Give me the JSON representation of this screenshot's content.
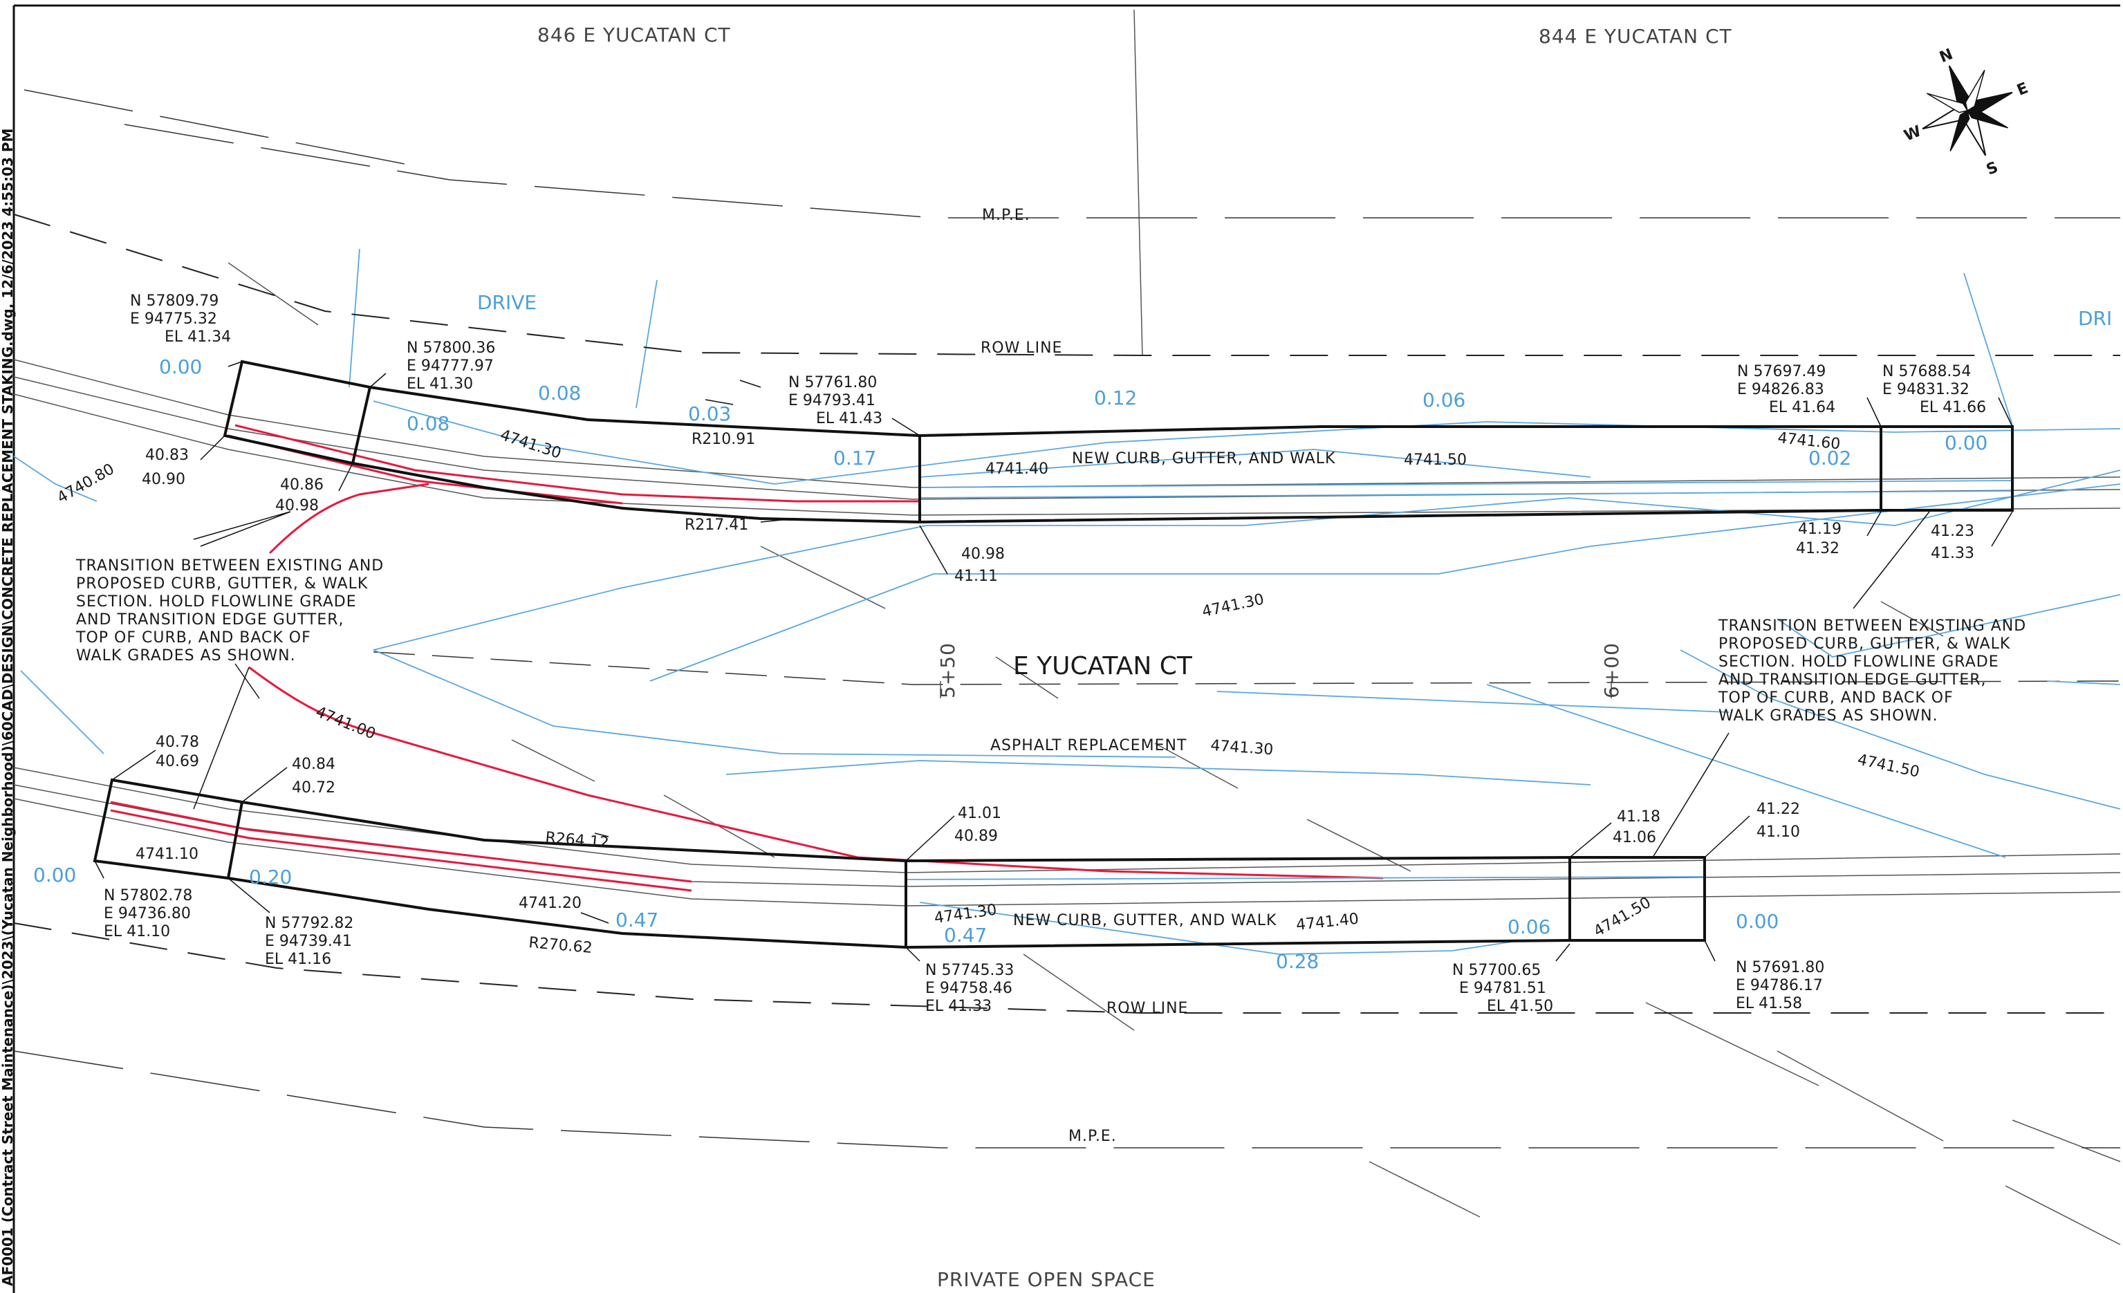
{
  "sidebar_text": "AF0001 (Contract Street Maintenance)\\2023\\(Yucatan Neighborhood)\\60CAD\\DESIGN\\CONCRETE REPLACEMENT STAKING.dwg, 12/6/2023 4:55:03 PM",
  "addresses": {
    "north_left": "846 E YUCATAN CT",
    "north_right": "844 E YUCATAN CT"
  },
  "labels": {
    "mpe": "M.P.E.",
    "row_line": "ROW LINE",
    "drive": "DRIVE",
    "drive_cut": "DRI",
    "street": "E YUCATAN CT",
    "asphalt": "ASPHALT REPLACEMENT",
    "curb": "NEW CURB, GUTTER, AND WALK",
    "open_space": "PRIVATE OPEN SPACE",
    "station_1": "5+50",
    "station_2": "6+00"
  },
  "compass": {
    "n": "N",
    "e": "E",
    "s": "S",
    "w": "W"
  },
  "notes": {
    "left": [
      "TRANSITION BETWEEN EXISTING AND",
      "PROPOSED CURB, GUTTER, & WALK",
      "SECTION.  HOLD FLOWLINE GRADE",
      "AND TRANSITION EDGE GUTTER,",
      "TOP OF CURB, AND BACK OF",
      "WALK GRADES AS SHOWN."
    ],
    "right": [
      "TRANSITION BETWEEN EXISTING AND",
      "PROPOSED CURB, GUTTER, & WALK",
      "SECTION.  HOLD FLOWLINE GRADE",
      "AND TRANSITION EDGE GUTTER,",
      "TOP OF CURB, AND BACK OF",
      "WALK GRADES AS SHOWN."
    ]
  },
  "points": {
    "p1": {
      "n": "N   57809.79",
      "e": "E   94775.32",
      "el": "EL 41.34"
    },
    "p2": {
      "n": "N   57800.36",
      "e": "E   94777.97",
      "el": "EL 41.30"
    },
    "p3": {
      "n": "N   57761.80",
      "e": "E   94793.41",
      "el": "EL 41.43"
    },
    "p4": {
      "n": "N   57697.49",
      "e": "E   94826.83",
      "el": "EL 41.64"
    },
    "p5": {
      "n": "N   57688.54",
      "e": "E   94831.32",
      "el": "EL 41.66"
    },
    "p6": {
      "n": "N   57802.78",
      "e": "E   94736.80",
      "el": "EL 41.10"
    },
    "p7": {
      "n": "N   57792.82",
      "e": "E   94739.41",
      "el": "EL 41.16"
    },
    "p8": {
      "n": "N   57745.33",
      "e": "E   94758.46",
      "el": "EL 41.33"
    },
    "p9": {
      "n": "N   57700.65",
      "e": "E   94781.51",
      "el": "EL 41.50"
    },
    "p10": {
      "n": "N   57691.80",
      "e": "E   94786.17",
      "el": "EL 41.58"
    }
  },
  "grades": {
    "g4083": "40.83",
    "g4090": "40.90",
    "g4086": "40.86",
    "g4098a": "40.98",
    "g4098b": "40.98",
    "g4111": "41.11",
    "g4119": "41.19",
    "g4132": "41.32",
    "g4123": "41.23",
    "g4133": "41.33",
    "g4078": "40.78",
    "g4069": "40.69",
    "g4084": "40.84",
    "g4072": "40.72",
    "g4101": "41.01",
    "g4089": "40.89",
    "g4118": "41.18",
    "g4106": "41.06",
    "g4122": "41.22",
    "g4110": "41.10"
  },
  "contours": {
    "c474080": "4740.80",
    "c474130a": "4741.30",
    "c474140a": "4741.40",
    "c474150a": "4741.50",
    "c474160": "4741.60",
    "c474130b": "4741.30",
    "c474100": "4741.00",
    "c474130c": "4741.30",
    "c474150b": "4741.50",
    "c474110": "4741.10",
    "c474120": "4741.20",
    "c474130d": "4741.30",
    "c474140b": "4741.40",
    "c474150c": "4741.50"
  },
  "radii": {
    "r1": "R210.91",
    "r2": "R217.41",
    "r3": "R264.12",
    "r4": "R270.62"
  },
  "slopes": {
    "s1": "0.00",
    "s2": "0.08",
    "s3": "0.08",
    "s4": "0.03",
    "s5": "0.17",
    "s6": "0.12",
    "s7": "0.06",
    "s8": "0.02",
    "s9": "0.00",
    "s10": "0.00",
    "s11": "0.20",
    "s12": "0.47",
    "s13": "0.47",
    "s14": "0.28",
    "s15": "0.06",
    "s16": "0.00"
  }
}
